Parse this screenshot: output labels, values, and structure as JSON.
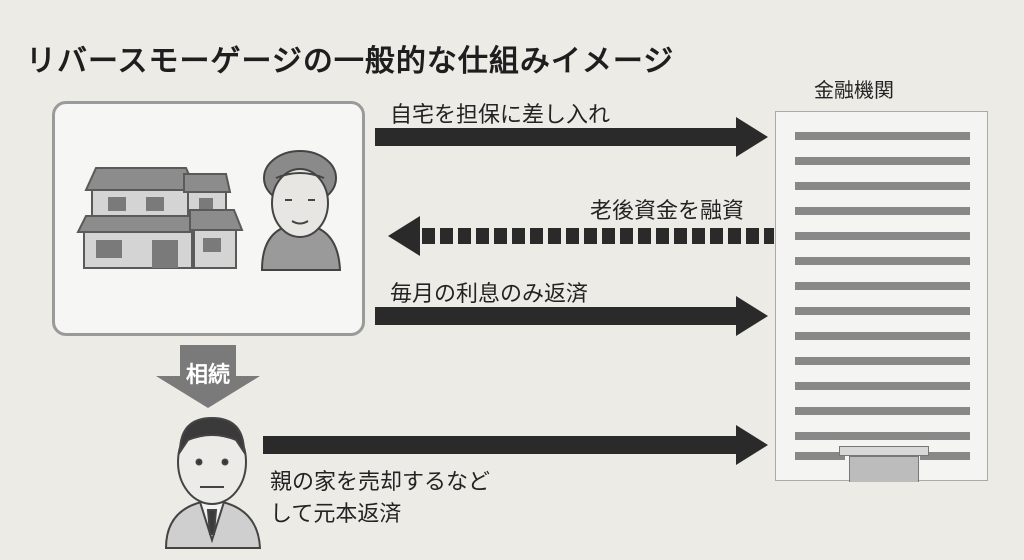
{
  "title": "リバースモーゲージの一般的な仕組みイメージ",
  "bank_label": "金融機関",
  "arrows": {
    "collateral": "自宅を担保に差し入れ",
    "loan": "老後資金を融資",
    "interest": "毎月の利息のみ返済",
    "repay_line1": "親の家を売却するなど",
    "repay_line2": "して元本返済"
  },
  "inherit_label": "相続",
  "colors": {
    "arrow": "#2a2a2a",
    "box_border": "#9a9a9a",
    "stripe": "#888888",
    "figure_gray": "#8f8f8f"
  }
}
